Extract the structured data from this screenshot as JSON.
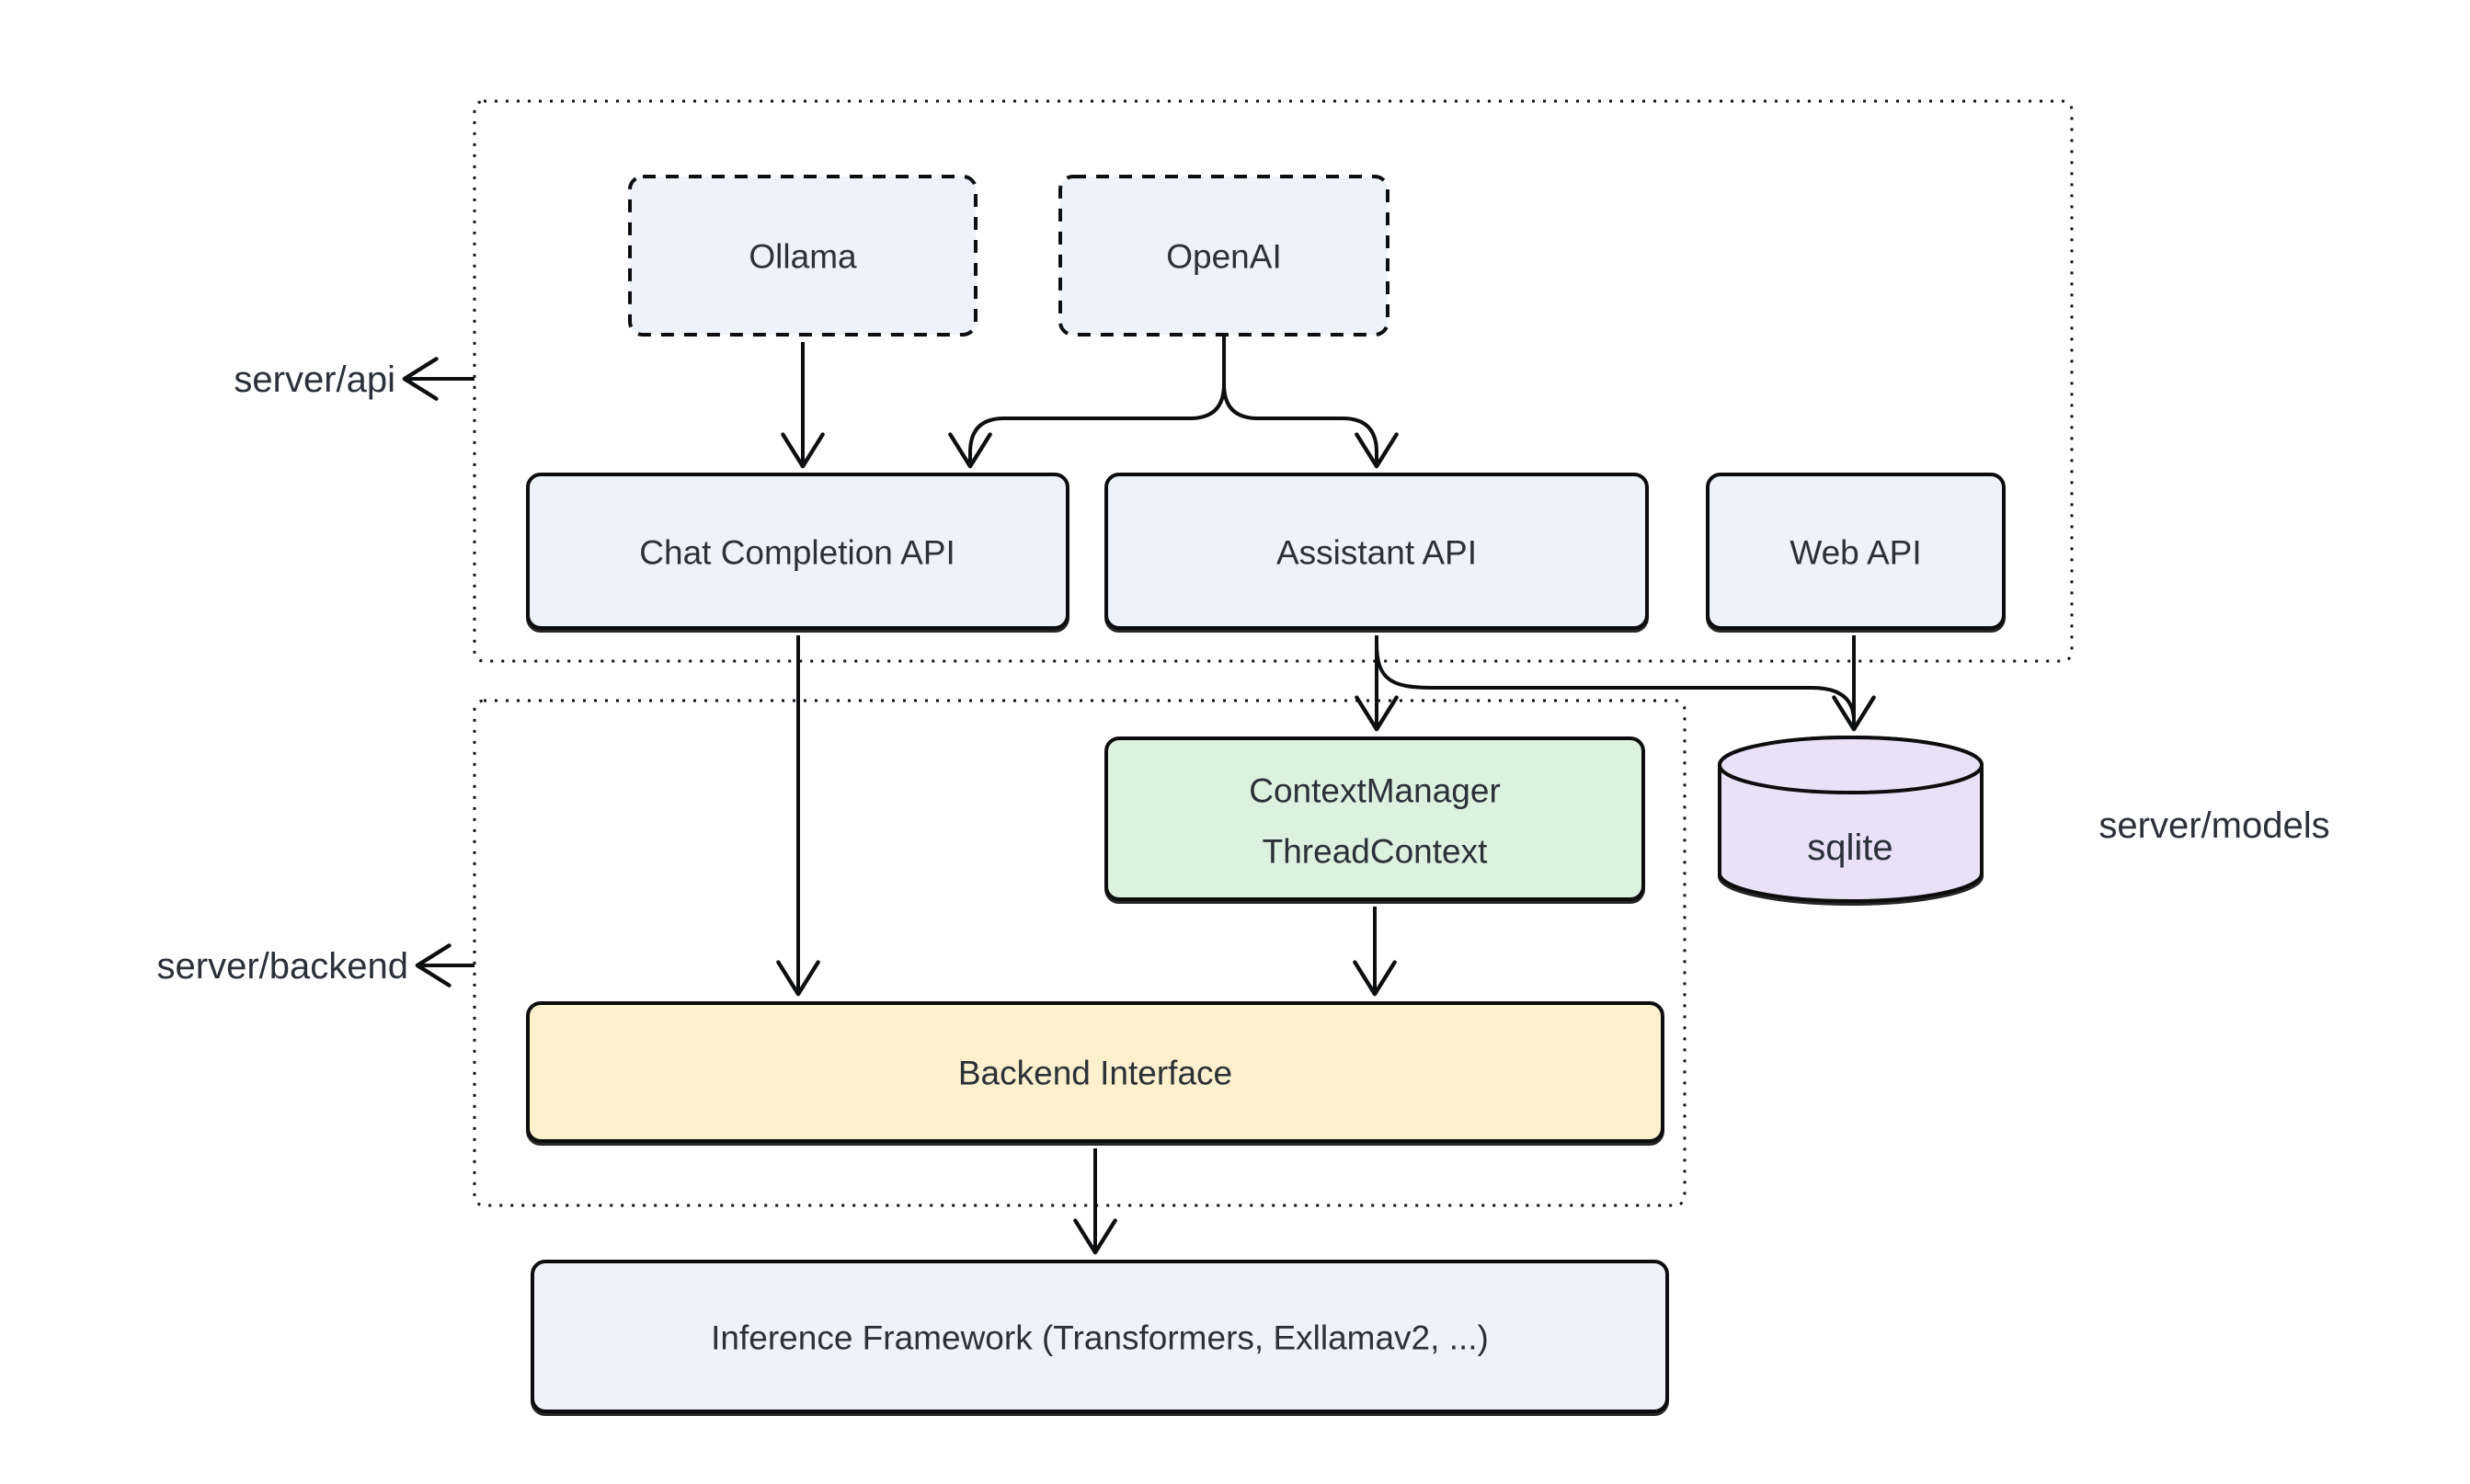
{
  "diagram": {
    "containers": {
      "api": {
        "label": "server/api"
      },
      "backend": {
        "label": "server/backend"
      },
      "models": {
        "label": "server/models"
      }
    },
    "nodes": {
      "ollama": {
        "label": "Ollama"
      },
      "openai": {
        "label": "OpenAI"
      },
      "chat_api": {
        "label": "Chat Completion API"
      },
      "assistant_api": {
        "label": "Assistant API"
      },
      "web_api": {
        "label": "Web API"
      },
      "context_manager": {
        "line1": "ContextManager",
        "line2": "ThreadContext"
      },
      "backend_interface": {
        "label": "Backend Interface"
      },
      "sqlite": {
        "label": "sqlite"
      },
      "inference": {
        "label": "Inference Framework (Transformers, Exllamav2, ...)"
      }
    },
    "colors": {
      "node_blue": "#eef2fb",
      "node_green": "#ddf1df",
      "node_yellow": "#fdf0cc",
      "node_purple": "#e8e1f8",
      "stroke": "#0d0e10",
      "text": "#2b3039"
    }
  }
}
